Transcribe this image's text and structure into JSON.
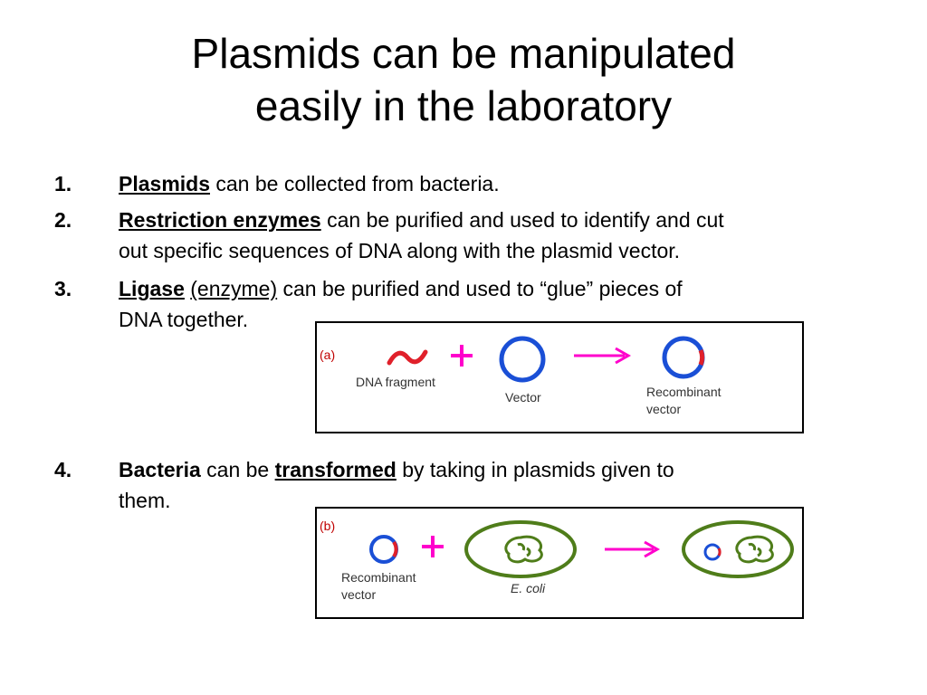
{
  "title": {
    "line1": "Plasmids can be manipulated",
    "line2": "easily in the laboratory"
  },
  "items": [
    {
      "num": "1.",
      "term": "Plasmids",
      "rest": " can be collected from bacteria."
    },
    {
      "num": "2.",
      "term": "Restriction enzymes",
      "rest": " can be purified and used to identify and cut",
      "line2": "out specific sequences of DNA along with the plasmid vector."
    },
    {
      "num": "3.",
      "term": "Ligase",
      "paren": "(enzyme)",
      "rest": " can be purified and used to “glue” pieces of",
      "line2": "DNA together."
    },
    {
      "num": "4.",
      "term": "Bacteria",
      "mid": " can be ",
      "term2": "transformed",
      "rest": " by taking in plasmids given to",
      "line2": "them."
    }
  ],
  "figure_a": {
    "tag": "(a)",
    "fragment_label": "DNA fragment",
    "vector_label": "Vector",
    "recombinant_label_1": "Recombinant",
    "recombinant_label_2": "vector"
  },
  "figure_b": {
    "tag": "(b)",
    "recombinant_label_1": "Recombinant",
    "recombinant_label_2": "vector",
    "ecoli_label": "E. coli"
  },
  "colors": {
    "dna_red": "#e0202a",
    "plasmid_blue": "#1a4fd6",
    "plus_magenta": "#ff00cc",
    "arrow_magenta": "#ff00cc",
    "cell_green": "#4f7d1a"
  }
}
